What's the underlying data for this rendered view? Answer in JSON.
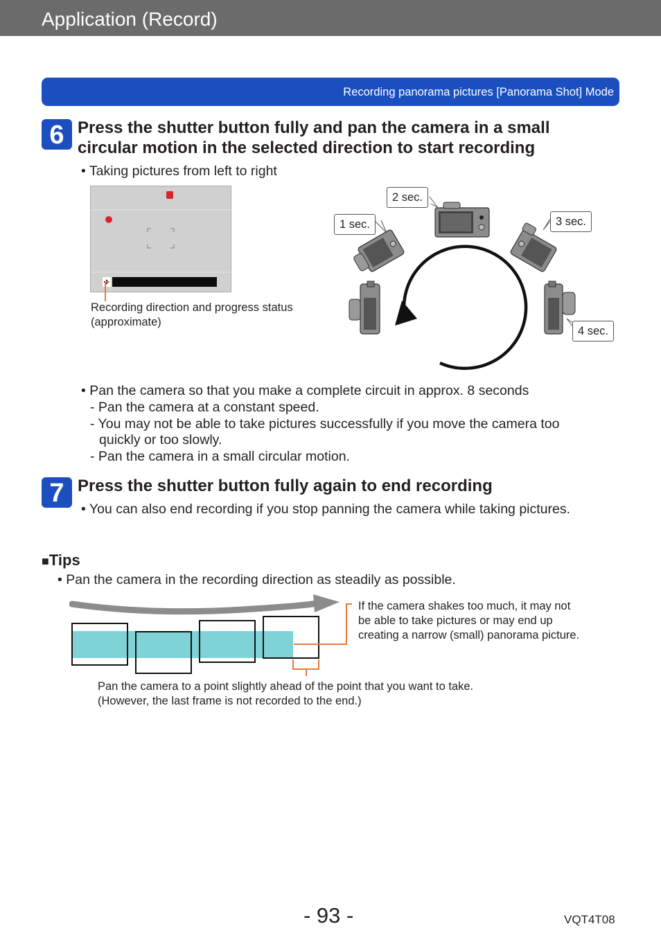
{
  "header": {
    "title": "Application (Record)",
    "section_label": "Recording panorama pictures  [Panorama Shot] Mode"
  },
  "step6": {
    "number": "6",
    "heading_line1": "Press the shutter button fully and pan the camera in a small",
    "heading_line2": "circular motion in the selected direction to start recording",
    "bullet_left_to_right": "• Taking pictures from left to right",
    "preview_caption_line1": "Recording direction and progress status",
    "preview_caption_line2": "(approximate)",
    "timing_labels": [
      "1 sec.",
      "2 sec.",
      "3 sec.",
      "4 sec."
    ],
    "bullet_circuit": "• Pan the camera so that you make a complete circuit in approx. 8 seconds",
    "sub_constant_speed": "- Pan the camera at a constant speed.",
    "sub_too_quick_line1": "- You may not be able to take pictures successfully if you move the camera too",
    "sub_too_quick_line2": "quickly or too slowly.",
    "sub_small_circle": "- Pan the camera in a small circular motion."
  },
  "step7": {
    "number": "7",
    "heading": "Press the shutter button fully again to end recording",
    "bullet_end": "• You can also end recording if you stop panning the camera while taking pictures."
  },
  "tips": {
    "heading_icon": "■",
    "heading": "Tips",
    "bullet": "• Pan the camera in the recording direction as steadily as possible.",
    "shake_note_line1": "If the camera shakes too much, it may not",
    "shake_note_line2": "be able to take pictures or may end up",
    "shake_note_line3": "creating a narrow (small) panorama picture.",
    "ahead_note_line1": "Pan the camera to a point slightly ahead of the point that you want to take.",
    "ahead_note_line2": "(However, the last frame is not recorded to the end.)"
  },
  "footer": {
    "page_number": "- 93 -",
    "doc_code": "VQT4T08"
  },
  "colors": {
    "header_gray": "#6b6b6b",
    "brand_blue": "#1b4fc0",
    "panorama_cyan": "#7fd3d6",
    "callout_orange": "#e8793a"
  }
}
